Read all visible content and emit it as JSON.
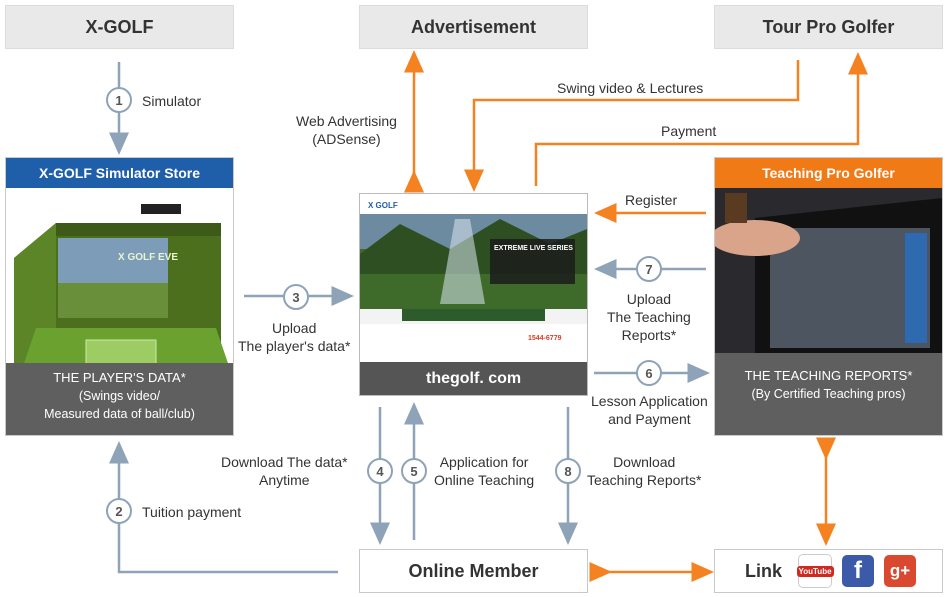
{
  "boxes": {
    "xgolf": "X-GOLF",
    "advertisement": "Advertisement",
    "tour_pro": "Tour Pro Golfer",
    "online_member": "Online Member",
    "link": "Link"
  },
  "store_panel": {
    "title": "X-GOLF Simulator Store",
    "caption_title": "THE PLAYER'S DATA*",
    "caption_sub": "(Swings video/\nMeasured data of ball/club)",
    "sim_logo": "X GOLF EVE"
  },
  "teaching_panel": {
    "title": "Teaching Pro Golfer",
    "caption_title": "THE TEACHING REPORTS*",
    "caption_sub": "(By Certified Teaching pros)"
  },
  "website": {
    "caption": "thegolf. com",
    "banner": "EXTREME LIVE SERIES",
    "logo": "X GOLF",
    "phone": "1544-6779"
  },
  "labels": {
    "simulator": "Simulator",
    "web_ads": "Web Advertising\n(ADSense)",
    "swing_video": "Swing video & Lectures",
    "payment": "Payment",
    "register": "Register",
    "upload_players": "Upload\nThe player's data*",
    "upload_teaching": "Upload\nThe Teaching\nReports*",
    "lesson": "Lesson Application\nand Payment",
    "download_data": "Download The data*\nAnytime",
    "application": "Application for\nOnline Teaching",
    "download_reports": "Download\nTeaching Reports*",
    "tuition": "Tuition payment"
  },
  "steps": [
    "1",
    "2",
    "3",
    "4",
    "5",
    "6",
    "7",
    "8"
  ],
  "social": [
    "YouTube",
    "f",
    "g+"
  ],
  "colors": {
    "orange": "#f58220",
    "blue": "#8ea3b8",
    "store_head": "#1f5ea8",
    "teaching_head": "#f07a16"
  }
}
